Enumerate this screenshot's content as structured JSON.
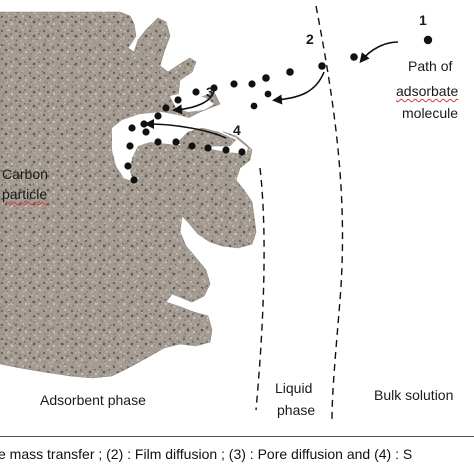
{
  "labels": {
    "step1": "1",
    "step2": "2",
    "step3": "3",
    "step4": "4",
    "path_line1": "Path of",
    "path_line2": "adsorbate",
    "path_line3": "molecule",
    "carbon_line1": "Carbon",
    "carbon_line2": "particle",
    "adsorbent_phase": "Adsorbent phase",
    "liquid_line1": "Liquid",
    "liquid_line2": "phase",
    "bulk_solution": "Bulk solution"
  },
  "caption": "e mass transfer ; (2) : Film diffusion ; (3) : Pore diffusion and (4) : S",
  "colors": {
    "particle_base": "#a49c92",
    "particle_speckle_dark": "#6b645c",
    "particle_speckle_light": "#cfc9c0",
    "ink": "#111111",
    "spellcheck": "#d43a3a"
  },
  "icons": [
    "arrow-head-icon"
  ]
}
